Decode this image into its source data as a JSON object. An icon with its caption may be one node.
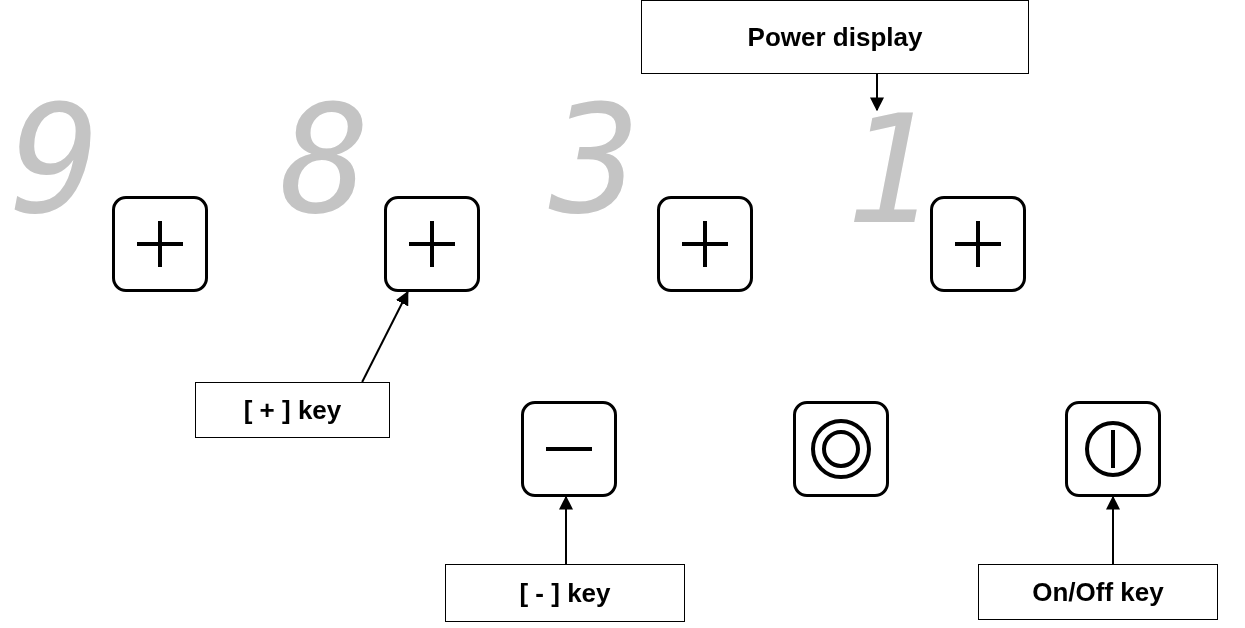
{
  "diagram": {
    "nodes": [
      {
        "text": [
          "Power display"
        ]
      },
      {
        "text": [
          "9"
        ]
      },
      {
        "text": [],
        "shape": "box"
      },
      {
        "text": [
          "8"
        ]
      },
      {
        "text": [],
        "shape": "box"
      },
      {
        "text": [
          "3"
        ]
      },
      {
        "text": [],
        "shape": "box"
      },
      {
        "text": [
          "1"
        ]
      },
      {
        "text": [],
        "shape": "box"
      },
      {
        "text": [
          "[ + ] key"
        ]
      },
      {
        "text": [],
        "shape": "box"
      },
      {
        "text": [],
        "shape": "box"
      },
      {
        "text": [],
        "shape": "box"
      },
      {
        "text": [
          "[ - ] key"
        ]
      },
      {
        "text": [
          "On/Off key"
        ]
      }
    ],
    "edges": [
      {
        "from": 0,
        "to": 7,
        "arrow": "to"
      },
      {
        "from": 9,
        "to": 4,
        "arrow": "to"
      },
      {
        "from": 13,
        "to": 10,
        "arrow": "to"
      },
      {
        "from": 14,
        "to": 12,
        "arrow": "to"
      }
    ]
  }
}
